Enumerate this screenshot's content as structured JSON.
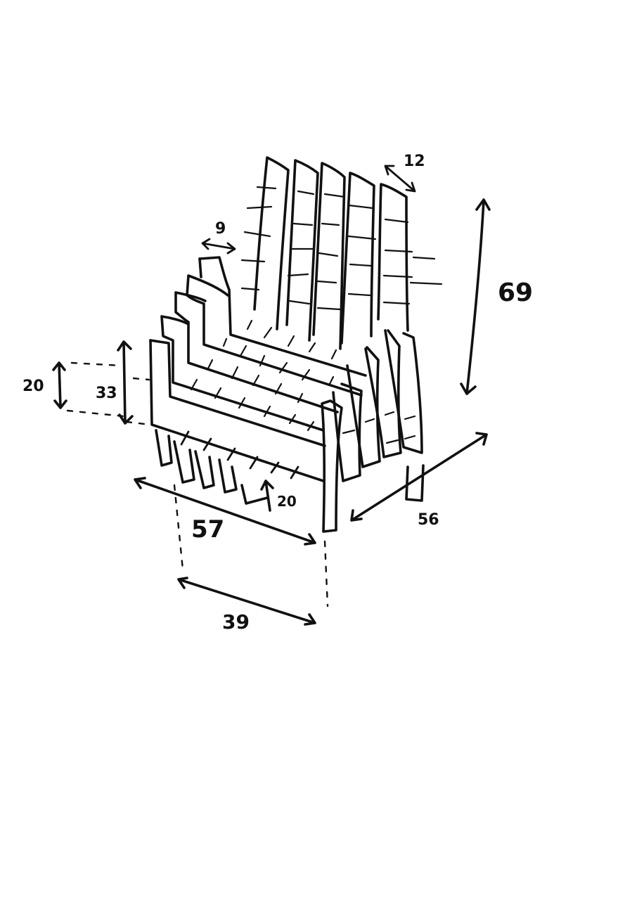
{
  "sketch": {
    "subject": "slatted-chair",
    "ink_color": "#111111",
    "paper_color": "#ffffff"
  },
  "dimensions": {
    "back_height": "69",
    "back_slat_depth": "12",
    "seat_slat_gap": "9",
    "armrest_height": "33",
    "seat_height": "20",
    "leg_height": "20",
    "overall_width": "57",
    "seat_width": "39",
    "overall_depth": "56"
  }
}
